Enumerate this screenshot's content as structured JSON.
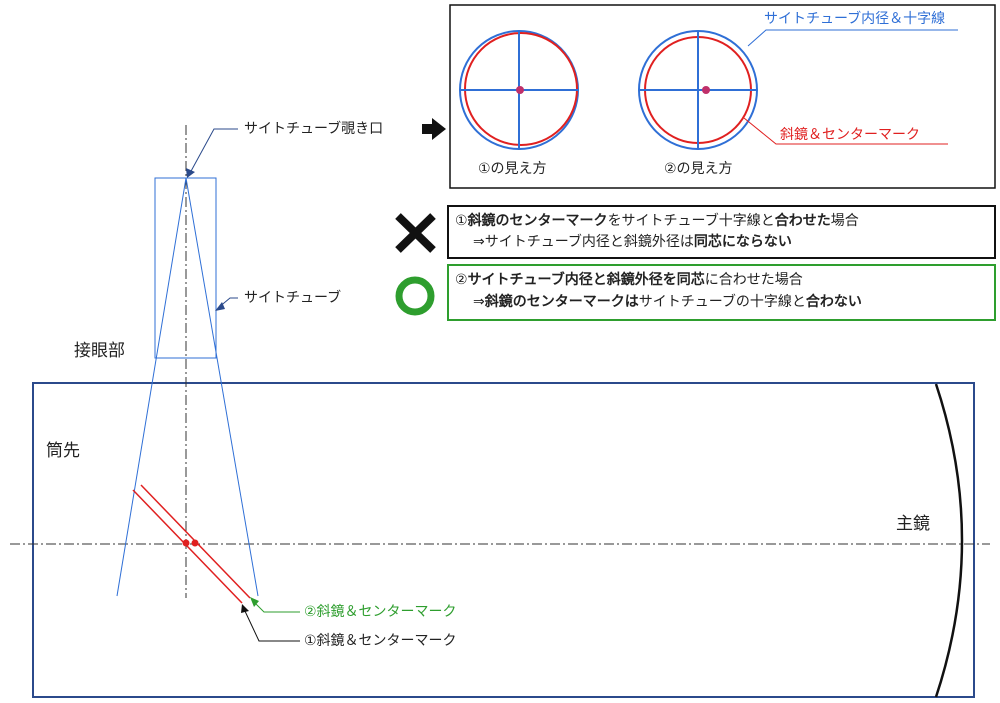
{
  "labels": {
    "sight_tube_peephole": "サイトチューブ覗き口",
    "sight_tube": "サイトチューブ",
    "eyepiece_part": "接眼部",
    "tube_front": "筒先",
    "primary_mirror": "主鏡",
    "mark2": "②斜鏡＆センターマーク",
    "mark1": "①斜鏡＆センターマーク"
  },
  "view_panel": {
    "inner_label": "サイトチューブ内径＆十字線",
    "mirror_label": "斜鏡＆センターマーク",
    "view1_caption": "①の見え方",
    "view2_caption": "②の見え方"
  },
  "wrong_case": {
    "symbol": "✕",
    "line1": [
      {
        "text": "①",
        "bold": false
      },
      {
        "text": "斜鏡のセンターマーク",
        "bold": true
      },
      {
        "text": "をサイトチューブ十字線と",
        "bold": false
      },
      {
        "text": "合わせた",
        "bold": true
      },
      {
        "text": "場合",
        "bold": false
      }
    ],
    "line2": [
      {
        "text": "⇒サイトチューブ内径と斜鏡外径は",
        "bold": false
      },
      {
        "text": "同芯にならない",
        "bold": true
      }
    ]
  },
  "right_case": {
    "symbol": "○",
    "line1": [
      {
        "text": "②",
        "bold": false
      },
      {
        "text": "サイトチューブ内径と斜鏡外径を同芯",
        "bold": true
      },
      {
        "text": "に合わせた場合",
        "bold": false
      }
    ],
    "line2": [
      {
        "text": "⇒",
        "bold": false
      },
      {
        "text": "斜鏡のセンターマークは",
        "bold": true
      },
      {
        "text": "サイトチューブの十字線と",
        "bold": false
      },
      {
        "text": "合わない",
        "bold": true
      }
    ]
  },
  "colors": {
    "blue": "#2f6fd6",
    "red": "#e02020",
    "green": "#2e9e2e",
    "navy": "#2b4a8b",
    "black": "#111111"
  }
}
